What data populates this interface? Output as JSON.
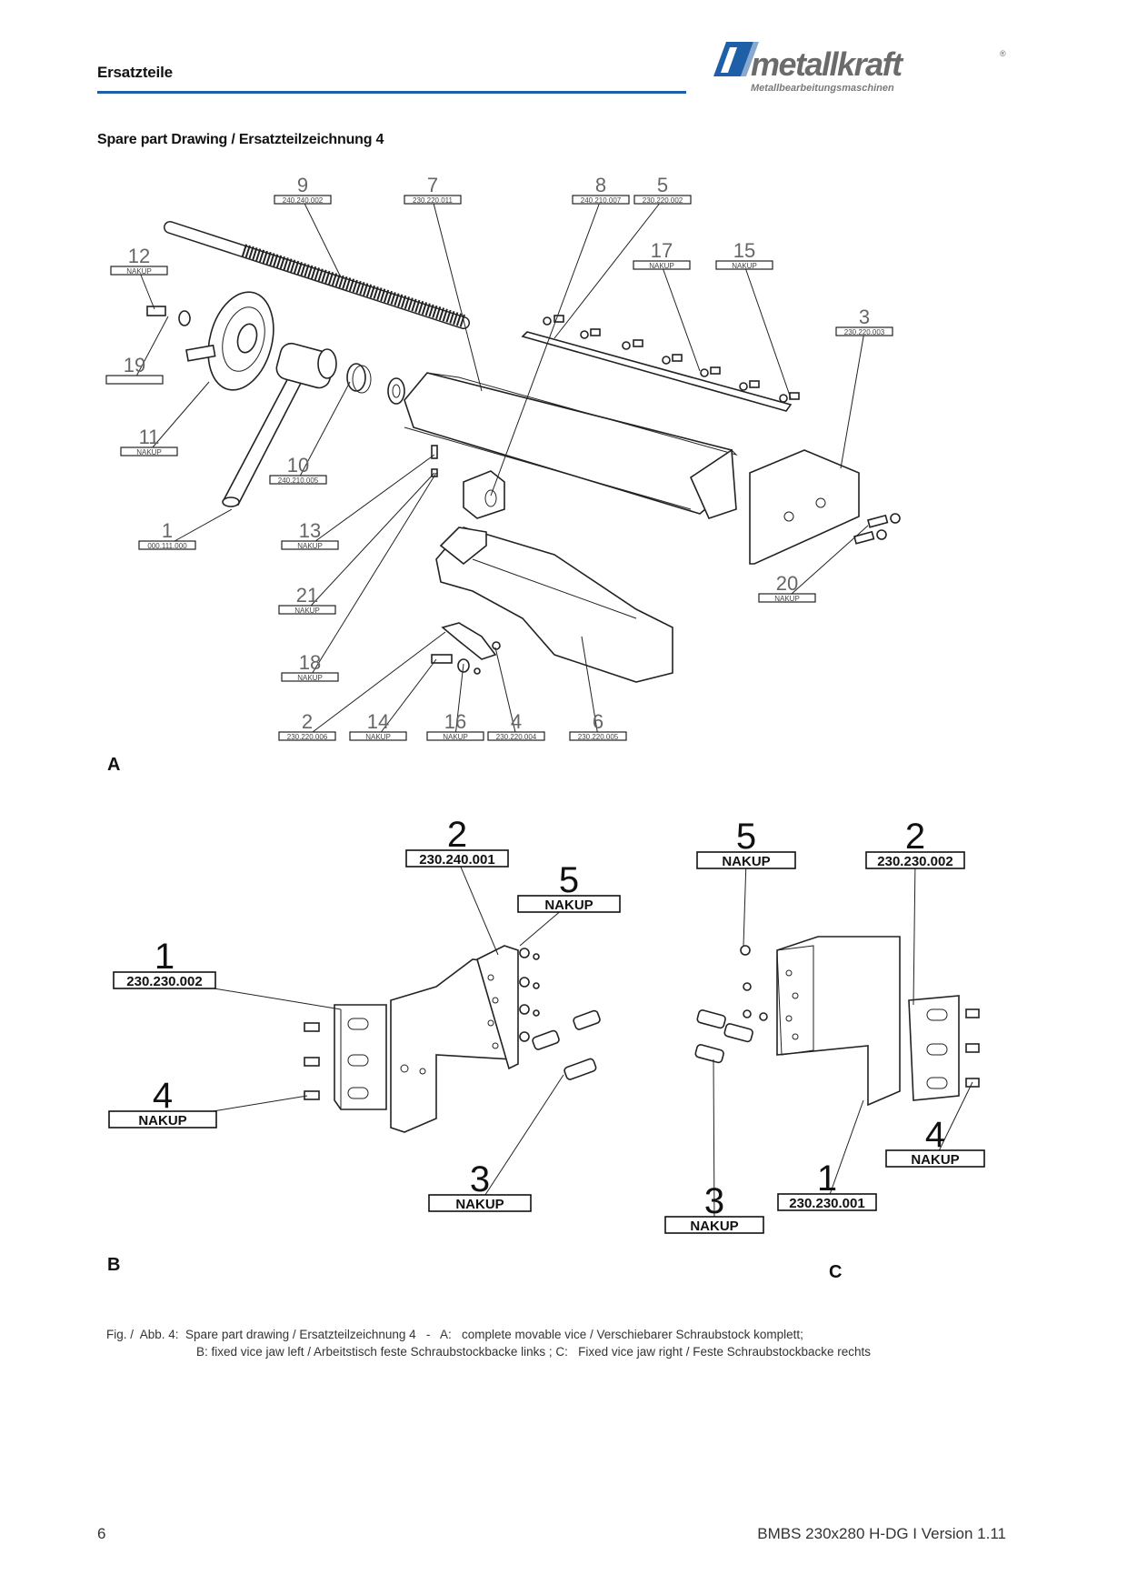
{
  "header": {
    "title": "Ersatzteile",
    "logo_word": "metallkraft",
    "logo_reg": "®",
    "logo_sub": "Metallbearbeitungsmaschinen",
    "accent_color": "#1f5fa8"
  },
  "section_title": "Spare part Drawing / Ersatzteilzeichnung 4",
  "figure_A": {
    "letter": "A",
    "labels": [
      {
        "num": "9",
        "code": "240.240.002"
      },
      {
        "num": "7",
        "code": "230.220.011"
      },
      {
        "num": "8",
        "code": "240.210.007"
      },
      {
        "num": "5",
        "code": "230.220.002"
      },
      {
        "num": "12",
        "code": "NAKUP"
      },
      {
        "num": "17",
        "code": "NAKUP"
      },
      {
        "num": "15",
        "code": "NAKUP"
      },
      {
        "num": "3",
        "code": "230.220.003"
      },
      {
        "num": "19",
        "code": ""
      },
      {
        "num": "11",
        "code": "NAKUP"
      },
      {
        "num": "10",
        "code": "240.210.005"
      },
      {
        "num": "1",
        "code": "000.111.000"
      },
      {
        "num": "13",
        "code": "NAKUP"
      },
      {
        "num": "21",
        "code": "NAKUP"
      },
      {
        "num": "20",
        "code": "NAKUP"
      },
      {
        "num": "18",
        "code": "NAKUP"
      },
      {
        "num": "2",
        "code": "230.220.006"
      },
      {
        "num": "14",
        "code": "NAKUP"
      },
      {
        "num": "16",
        "code": "NAKUP"
      },
      {
        "num": "4",
        "code": "230.220.004"
      },
      {
        "num": "6",
        "code": "230.220.005"
      }
    ]
  },
  "figure_B": {
    "letter": "B",
    "labels": [
      {
        "num": "2",
        "code": "230.240.001"
      },
      {
        "num": "5",
        "code": "NAKUP"
      },
      {
        "num": "1",
        "code": "230.230.002"
      },
      {
        "num": "4",
        "code": "NAKUP"
      },
      {
        "num": "3",
        "code": "NAKUP"
      }
    ]
  },
  "figure_C": {
    "letter": "C",
    "labels": [
      {
        "num": "5",
        "code": "NAKUP"
      },
      {
        "num": "2",
        "code": "230.230.002"
      },
      {
        "num": "4",
        "code": "NAKUP"
      },
      {
        "num": "1",
        "code": "230.230.001"
      },
      {
        "num": "3",
        "code": "NAKUP"
      }
    ]
  },
  "caption": {
    "line1": "Fig. /  Abb. 4:  Spare part drawing / Ersatzteilzeichnung 4   -   A:   complete movable vice / Verschiebarer Schraubstock komplett;",
    "line2": "B: fixed vice jaw left / Arbeitstisch feste Schraubstockbacke links ; C:   Fixed vice jaw right / Feste Schraubstockbacke rechts"
  },
  "footer": {
    "page_number": "6",
    "doc_ref": "BMBS 230x280 H-DG I Version 1.11"
  }
}
